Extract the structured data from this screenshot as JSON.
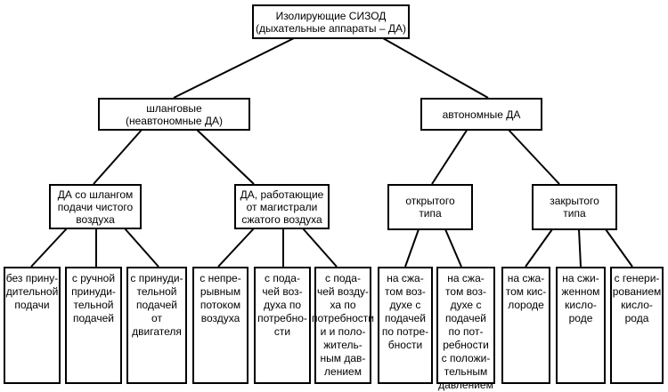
{
  "root": "Изолирующие СИЗОД\n(дыхательные аппараты – ДА)",
  "level1": {
    "hose": "шланговые\n(неавтономные ДА)",
    "autonomous": "автономные ДА"
  },
  "level2": {
    "clean_air_hose": "ДА со шлангом\nподачи чистого\nвоздуха",
    "compressed_line": "ДА, работающие\nот магистрали\nсжатого воздуха",
    "open_type": "открытого\nтипа",
    "closed_type": "закрытого\nтипа"
  },
  "leaves": {
    "l1": "без прину-\nдительной\nподачи",
    "l2": "с ручной\nпринуди-\nтельной\nподачей",
    "l3": "с принуди-\nтельной\nподачей\nот двигателя",
    "l4": "с непре-\nрывным\nпотоком\nвоздуха",
    "l5": "с пода-\nчей воз-\nдуха по\nпотребно-\nсти",
    "l6": "с пода-\nчей возду-\nха по\nпотребности\nи и поло-\nжитель-\nным дав-\nлением",
    "l7": "на сжа-\nтом воз-\nдухе с\nподачей\nпо потре-\nбности",
    "l8": "на сжа-\nтом воз-\nдухе с\nподачей\nпо пот-\nребности\nс положи-\nтельным\nдавлением",
    "l9": "на сжа-\nтом кис-\nлороде",
    "l10": "на сжи-\nженном\nкисло-\nроде",
    "l11": "с генери-\nрованием\nкисло-\nрода"
  }
}
